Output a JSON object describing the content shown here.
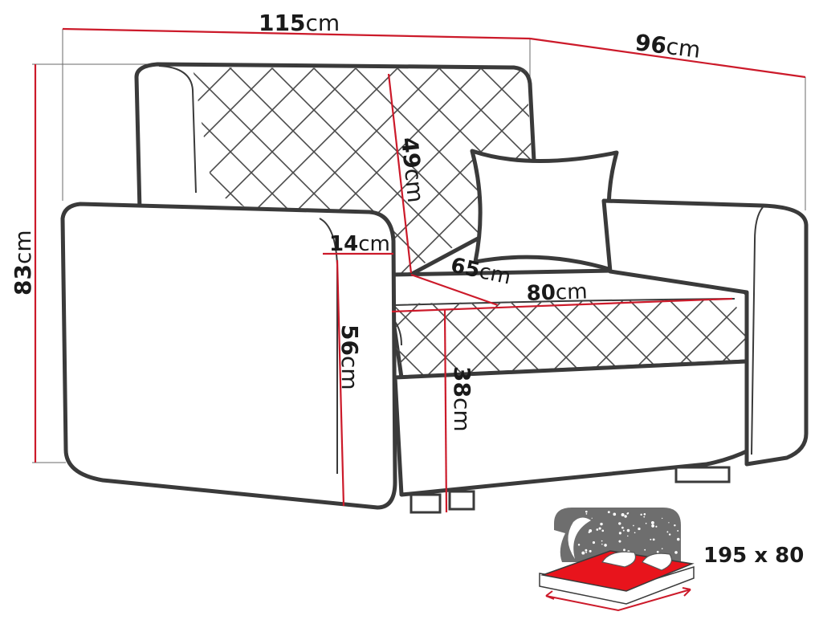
{
  "dimensions": {
    "width": {
      "value": "115",
      "unit": "cm"
    },
    "depth": {
      "value": "96",
      "unit": "cm"
    },
    "height": {
      "value": "83",
      "unit": "cm"
    },
    "back_height": {
      "value": "49",
      "unit": "cm"
    },
    "arm_width": {
      "value": "14",
      "unit": "cm"
    },
    "arm_height": {
      "value": "56",
      "unit": "cm"
    },
    "seat_depth": {
      "value": "65",
      "unit": "cm"
    },
    "seat_width": {
      "value": "80",
      "unit": "cm"
    },
    "seat_height": {
      "value": "38",
      "unit": "cm"
    }
  },
  "sleeping_area": {
    "label": "195 x 80"
  },
  "colors": {
    "dimension_line": "#cc1a2a",
    "outline": "#3a3a3a",
    "mattress": "#e8141c",
    "night_sky": "#6e6e6e"
  }
}
